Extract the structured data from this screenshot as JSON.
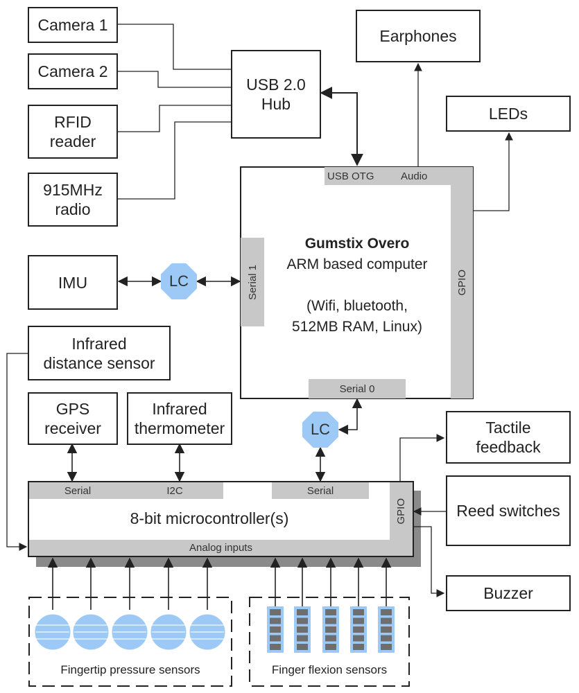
{
  "boxes": {
    "camera1": "Camera 1",
    "camera2": "Camera 2",
    "rfid": "RFID\nreader",
    "radio": "915MHz\nradio",
    "usb_hub": "USB 2.0\nHub",
    "earphones": "Earphones",
    "leds": "LEDs",
    "imu": "IMU",
    "infrared_distance": "Infrared\ndistance sensor",
    "gps": "GPS\nreceiver",
    "thermometer": "Infrared\nthermometer",
    "tactile": "Tactile\nfeedback",
    "reed": "Reed switches",
    "buzzer": "Buzzer"
  },
  "computer": {
    "name": "Gumstix Overo",
    "line1": "ARM based computer",
    "line2": "(Wifi, bluetooth,",
    "line3": "512MB RAM, Linux)",
    "ports": {
      "usb_otg": "USB OTG",
      "audio": "Audio",
      "gpio": "GPIO",
      "serial1": "Serial 1",
      "serial0": "Serial 0"
    }
  },
  "microcontroller": {
    "title": "8-bit microcontroller(s)",
    "ports": {
      "serial_left": "Serial",
      "i2c": "I2C",
      "serial_right": "Serial",
      "gpio": "GPIO",
      "analog": "Analog inputs"
    }
  },
  "level_converter": "LC",
  "sensor_groups": {
    "pressure": "Fingertip pressure sensors",
    "flexion": "Finger flexion sensors"
  },
  "colors": {
    "port_gray": "#c8c8c8",
    "sensor_blue": "#9cc9f5",
    "line": "#222222"
  }
}
